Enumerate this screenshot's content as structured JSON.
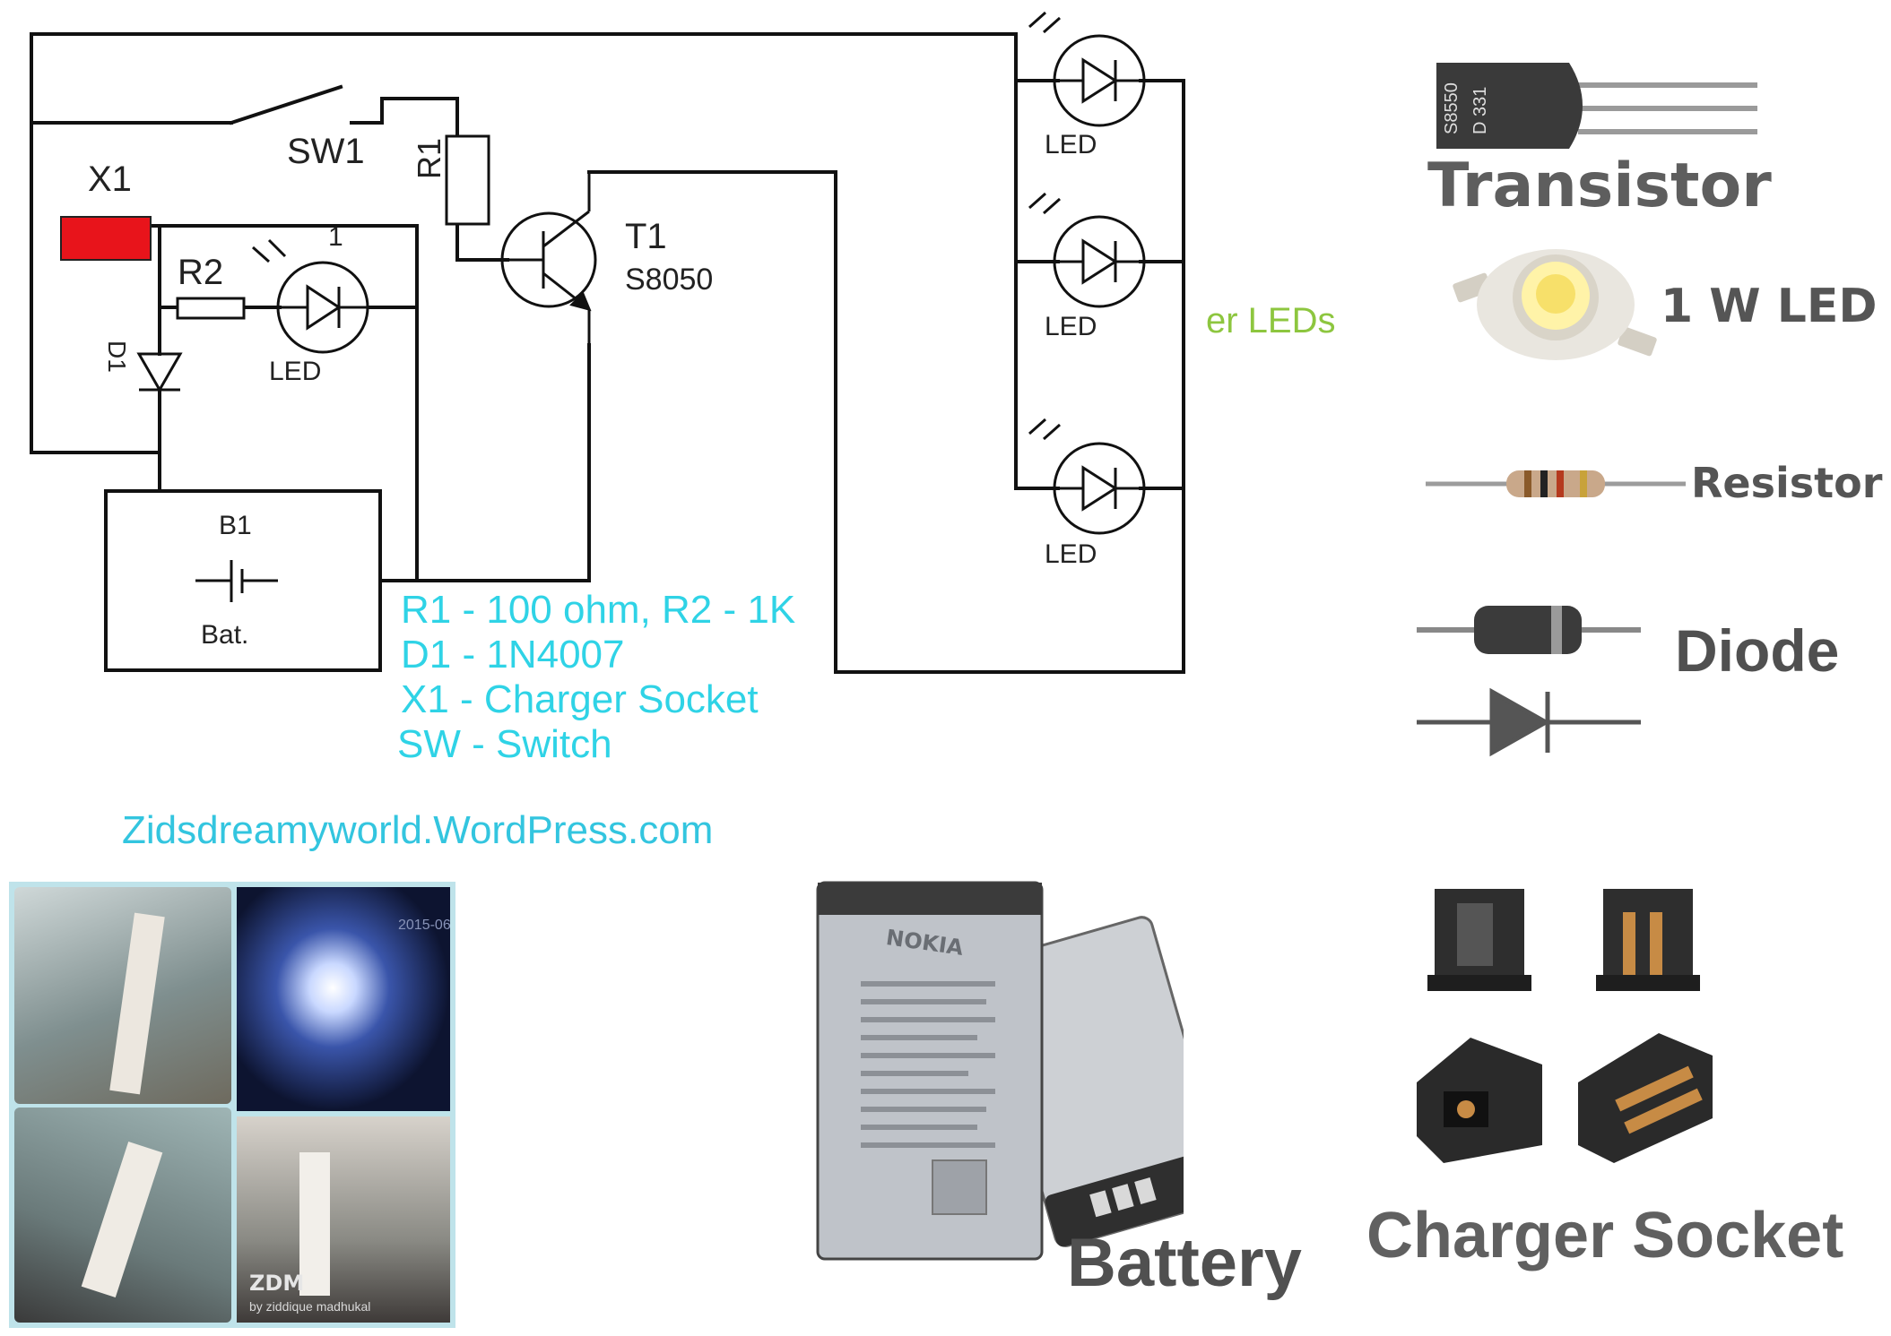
{
  "schematic": {
    "labels": {
      "x1": "X1",
      "sw1": "SW1",
      "r1": "R1",
      "r2": "R2",
      "d1": "D1",
      "t1": "T1",
      "t1_part": "S8050",
      "b1": "B1",
      "bat": "Bat.",
      "led_small": "LED",
      "led_1": "LED",
      "led_2": "LED",
      "led_3": "LED",
      "led_marker": "1",
      "partial_leds": "er LEDs"
    },
    "legend": [
      "R1 - 100 ohm, R2 - 1K",
      "D1 - 1N4007",
      "X1 - Charger Socket",
      "SW - Switch"
    ],
    "website": "Zidsdreamyworld.WordPress.com"
  },
  "components": {
    "transistor": "Transistor",
    "transistor_marking_1": "S8550",
    "transistor_marking_2": "D 331",
    "led_1w": "1 W LED",
    "resistor": "Resistor",
    "diode": "Diode",
    "battery": "Battery",
    "battery_brand": "NOKIA",
    "charger_socket": "Charger Socket"
  },
  "photo_collage": {
    "date_stamp": "2015-06",
    "watermark": "ZDM",
    "watermark_sub": "by ziddique madhukal"
  },
  "colors": {
    "wire": "#111111",
    "x1_fill": "#e8141b",
    "legend_text": "#2fd3e6",
    "partial_leds_text": "#8dc63f",
    "component_label": "#5e5e5e"
  }
}
